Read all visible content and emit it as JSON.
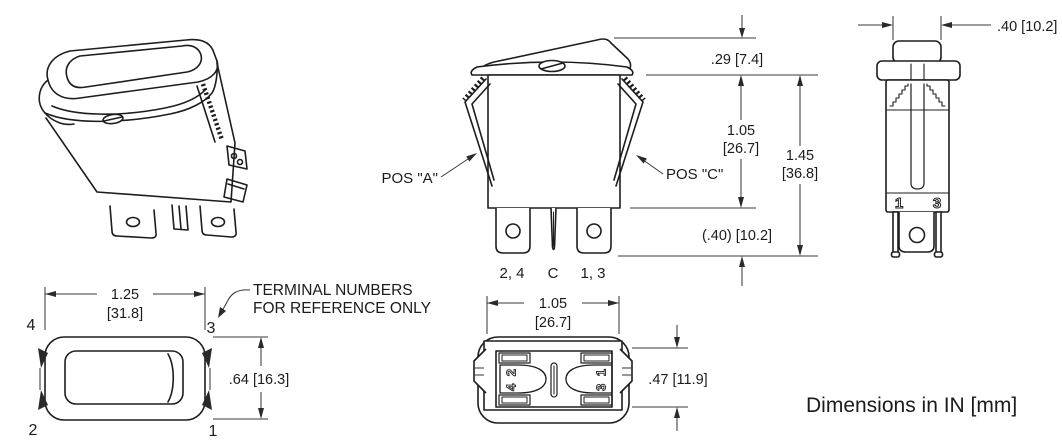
{
  "drawing": {
    "terminal_note_line1": "TERMINAL NUMBERS",
    "terminal_note_line2": "FOR REFERENCE ONLY",
    "units_note": "Dimensions in IN [mm]"
  },
  "front_view": {
    "pos_a": "POS \"A\"",
    "pos_c": "POS \"C\"",
    "terminal_left": "2, 4",
    "terminal_center": "C",
    "terminal_right": "1, 3",
    "dim_rocker_height": ".29 [7.4]",
    "dim_body_height_in": "1.05",
    "dim_body_height_mm": "[26.7]",
    "dim_overall_height_in": "1.45",
    "dim_overall_height_mm": "[36.8]",
    "dim_terminal_length": "(.40) [10.2]"
  },
  "side_view": {
    "dim_width": ".40 [10.2]",
    "terminal_number_left": "1",
    "terminal_number_right": "3"
  },
  "top_view": {
    "dim_width_in": "1.25",
    "dim_width_mm": "[31.8]",
    "dim_height": ".64 [16.3]",
    "corner_top_left": "4",
    "corner_top_right": "3",
    "corner_bottom_left": "2",
    "corner_bottom_right": "1"
  },
  "bottom_view": {
    "dim_width_in": "1.05",
    "dim_width_mm": "[26.7]",
    "dim_height": ".47 [11.9]",
    "terminal_group_left": "4 2",
    "terminal_group_right": "3 1"
  },
  "colors": {
    "line": "#1d1d1d",
    "background": "#ffffff"
  }
}
